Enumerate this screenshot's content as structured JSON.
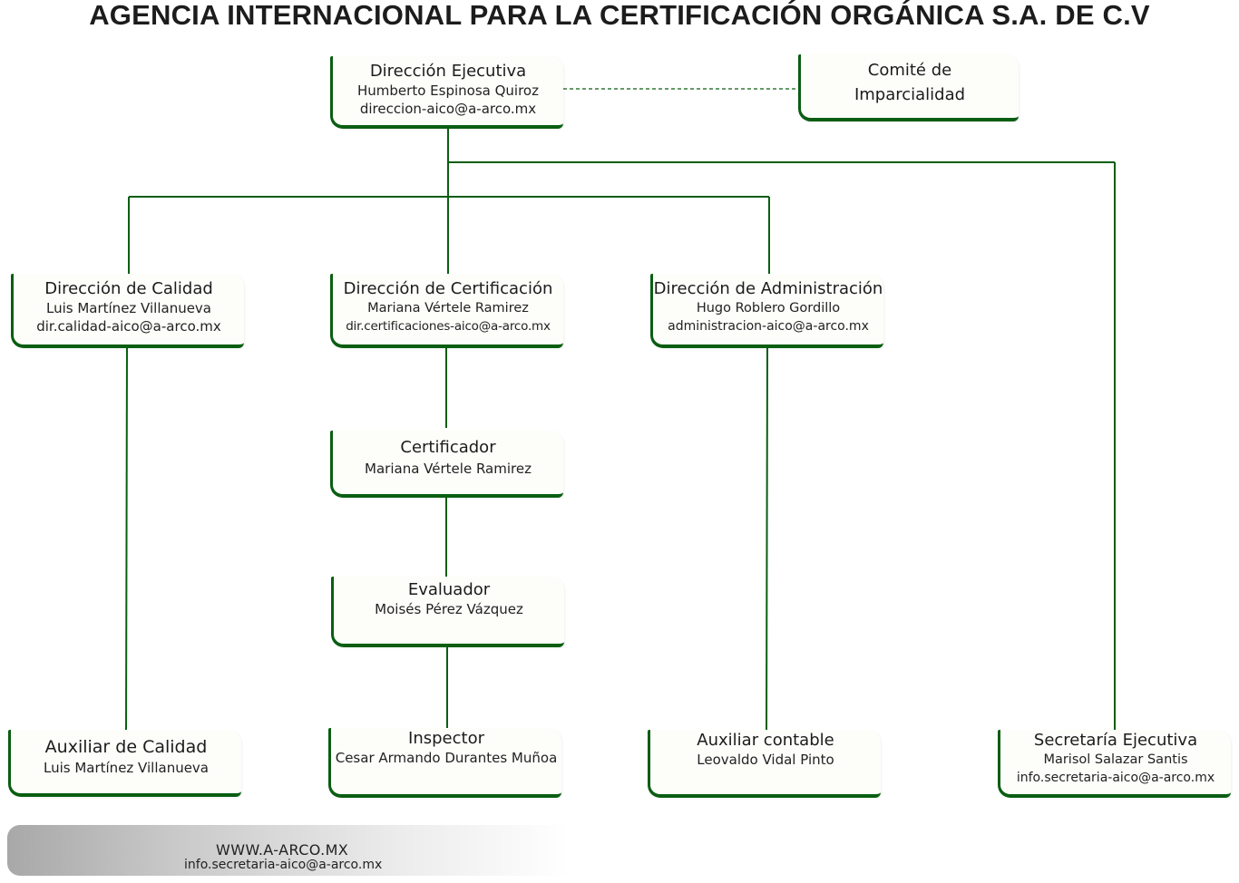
{
  "header": {
    "title": "AGENCIA INTERNACIONAL PARA LA CERTIFICACIÓN ORGÁNICA S.A. DE C.V"
  },
  "colors": {
    "line": "#0a5e12",
    "box": "#fdfdfa"
  },
  "nodes": {
    "direccion_ejecutiva": {
      "title": "Dirección Ejecutiva",
      "person": "Humberto Espinosa Quiroz",
      "email": "direccion-aico@a-arco.mx"
    },
    "comite": {
      "title": "Comité de",
      "title2": "Imparcialidad"
    },
    "direccion_calidad": {
      "title": "Dirección de Calidad",
      "person": "Luis Martínez Villanueva",
      "email": "dir.calidad-aico@a-arco.mx"
    },
    "direccion_certificacion": {
      "title": "Dirección de Certificación",
      "person": "Mariana Vértele Ramirez",
      "email": "dir.certificaciones-aico@a-arco.mx"
    },
    "direccion_administracion": {
      "title": "Dirección de Administración",
      "person": "Hugo Roblero Gordillo",
      "email": "administracion-aico@a-arco.mx"
    },
    "certificador": {
      "title": "Certificador",
      "person": "Mariana Vértele Ramirez"
    },
    "evaluador": {
      "title": "Evaluador",
      "person": "Moisés Pérez Vázquez"
    },
    "auxiliar_calidad": {
      "title": "Auxiliar de Calidad",
      "person": "Luis Martínez Villanueva"
    },
    "inspector": {
      "title": "Inspector",
      "person": "Cesar Armando Durantes Muñoa"
    },
    "auxiliar_contable": {
      "title": "Auxiliar contable",
      "person": "Leovaldo Vidal Pinto"
    },
    "secretaria_ejecutiva": {
      "title": "Secretaría Ejecutiva",
      "person": "Marisol Salazar Santis",
      "email": "info.secretaria-aico@a-arco.mx"
    }
  },
  "footer": {
    "website": "WWW.A-ARCO.MX",
    "email": "info.secretaria-aico@a-arco.mx"
  }
}
